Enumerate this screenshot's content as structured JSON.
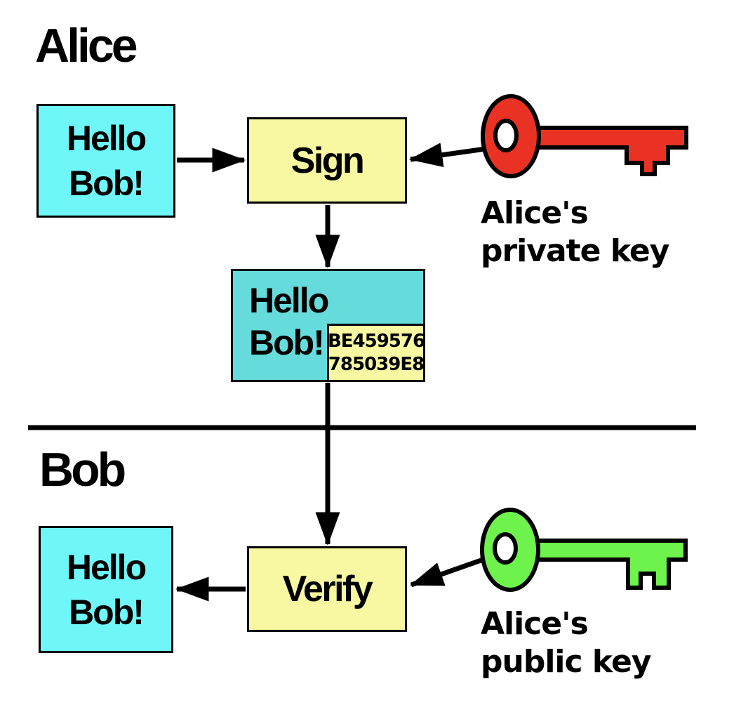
{
  "title": "Digital signature diagram",
  "colors": {
    "message_cyan": "#6FF6F9",
    "signed_teal": "#66DBDB",
    "operation_yellow": "#F8F8A2",
    "private_key_red": "#E93223",
    "public_key_green": "#6EF24C",
    "line_black": "#000000",
    "key_hole_white": "#FFFFFF",
    "background": "#FFFFFF"
  },
  "alice_section": {
    "heading": "Alice",
    "message_box": {
      "lines": [
        "Hello",
        "Bob!"
      ]
    },
    "sign_box": {
      "label": "Sign"
    },
    "private_key": {
      "label_lines": [
        "Alice's",
        "private key"
      ]
    },
    "signed_message_box": {
      "lines": [
        "Hello",
        "Bob!"
      ],
      "signature_lines": [
        "BE459576",
        "785039E8"
      ]
    }
  },
  "bob_section": {
    "heading": "Bob",
    "message_box": {
      "lines": [
        "Hello",
        "Bob!"
      ]
    },
    "verify_box": {
      "label": "Verify"
    },
    "public_key": {
      "label_lines": [
        "Alice's",
        "public key"
      ]
    }
  }
}
